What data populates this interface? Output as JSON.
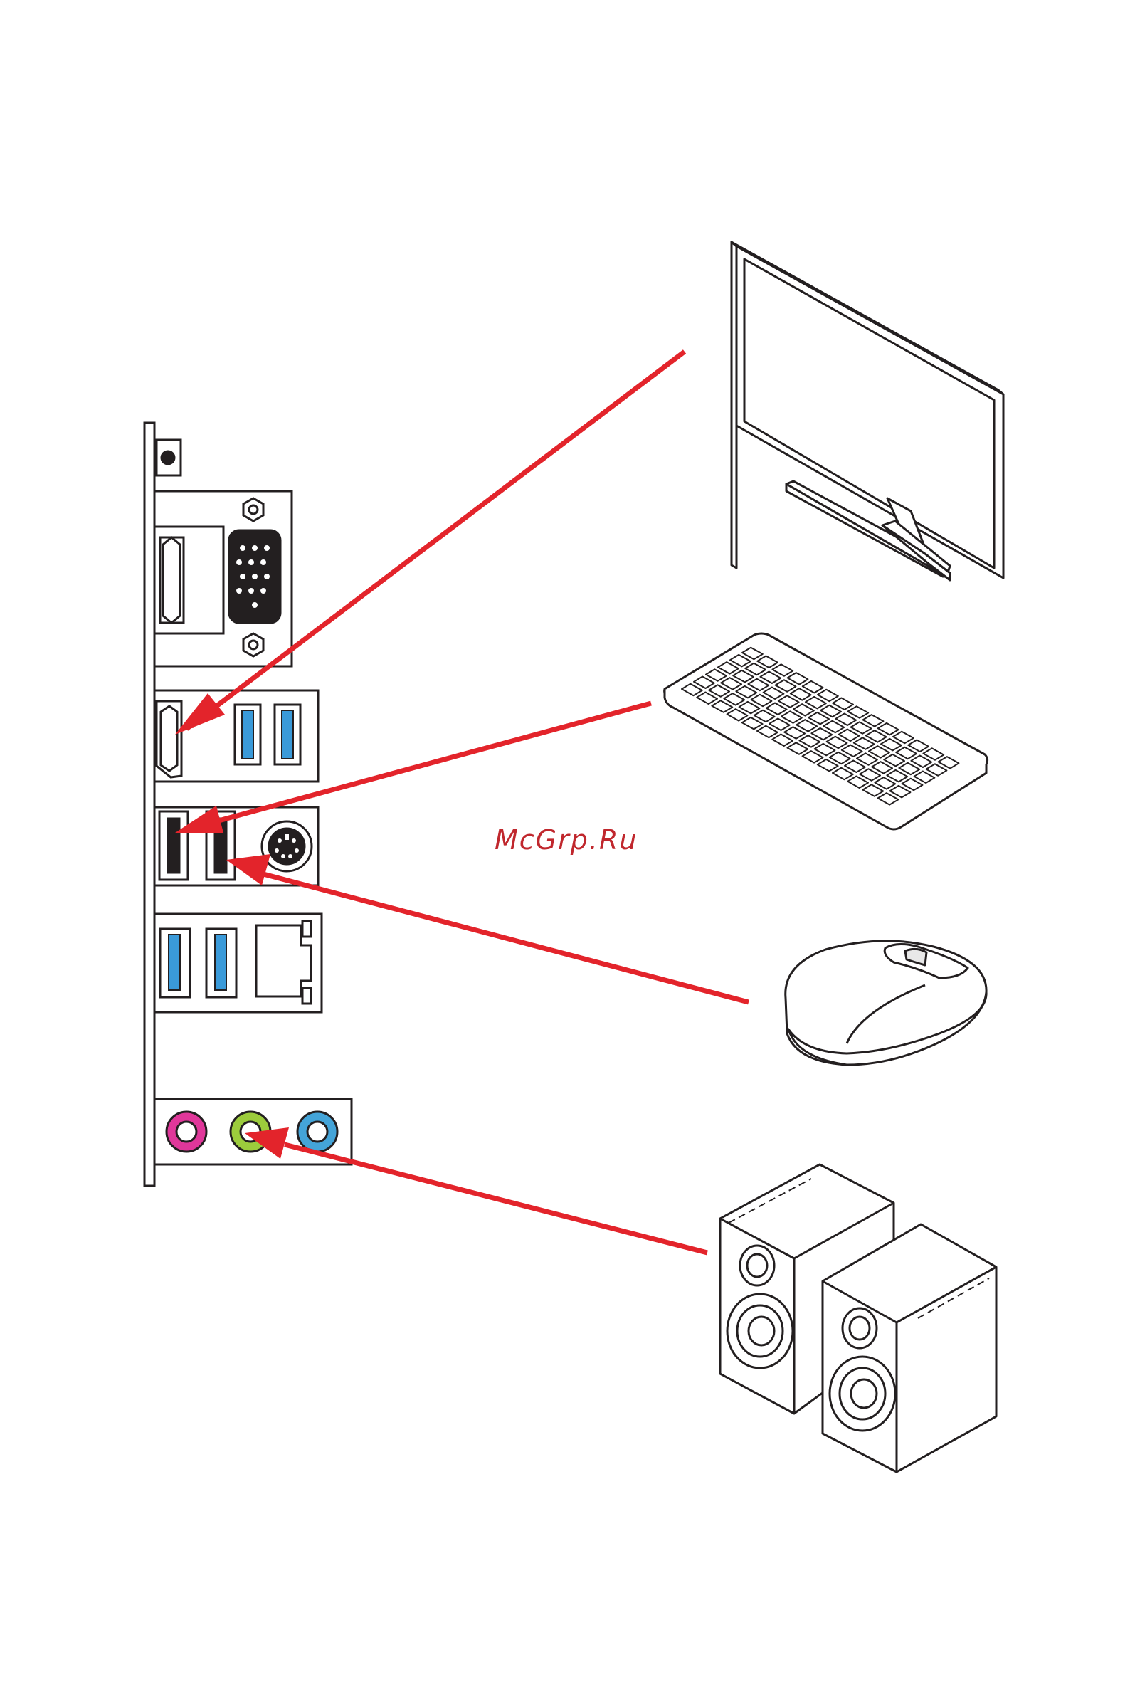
{
  "watermark": {
    "text": "McGrp.Ru"
  },
  "colors": {
    "arrow": "#e3242b",
    "outline": "#231f20",
    "usb_blue": "#3a9ad9",
    "audio_pink": "#e0379a",
    "audio_green": "#9ccc3c",
    "audio_blue": "#44a4d8",
    "watermark": "#c0272d"
  },
  "io_panel": {
    "ports": [
      {
        "name": "flash-bios-button"
      },
      {
        "name": "hdmi-port"
      },
      {
        "name": "vga-port"
      },
      {
        "name": "hdmi-port"
      },
      {
        "name": "usb3-port"
      },
      {
        "name": "usb3-port"
      },
      {
        "name": "usb2-port"
      },
      {
        "name": "usb2-port"
      },
      {
        "name": "ps2-port"
      },
      {
        "name": "usb3-port"
      },
      {
        "name": "usb3-port"
      },
      {
        "name": "lan-port"
      },
      {
        "name": "mic-in-jack"
      },
      {
        "name": "line-out-jack"
      },
      {
        "name": "line-in-jack"
      }
    ]
  },
  "devices": [
    {
      "name": "monitor",
      "icon": "monitor-icon",
      "connects_to": "hdmi-port"
    },
    {
      "name": "keyboard",
      "icon": "keyboard-icon",
      "connects_to": "usb2-port"
    },
    {
      "name": "mouse",
      "icon": "mouse-icon",
      "connects_to": "usb2-port"
    },
    {
      "name": "speakers",
      "icon": "speakers-icon",
      "connects_to": "line-out-jack"
    }
  ]
}
